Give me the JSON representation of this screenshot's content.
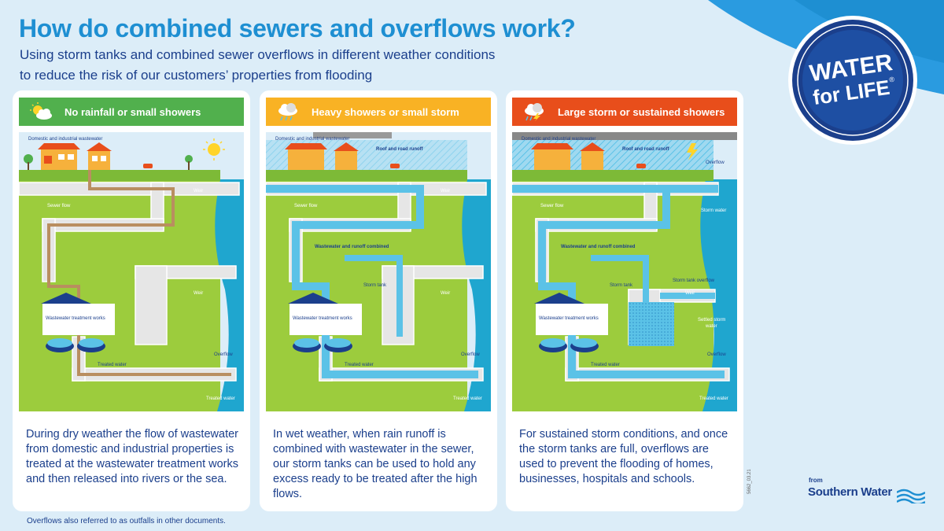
{
  "header": {
    "title": "How do combined sewers and overflows work?",
    "subtitle_line1": "Using storm tanks and combined sewer overflows in different weather conditions",
    "subtitle_line2": "to reduce the risk of our customers’ properties from flooding"
  },
  "logo": {
    "line1": "WATER",
    "line2": "for LIFE",
    "mark": "®"
  },
  "colors": {
    "title_blue": "#1e8fd2",
    "navy": "#1b3f8c",
    "green": "#51b04d",
    "yellow": "#f9b224",
    "orange": "#e84e1b",
    "water": "#5bc2e7"
  },
  "panels": [
    {
      "heading": "No rainfall or small showers",
      "icon": "sun-cloud-icon",
      "labels": {
        "domestic": "Domestic and industrial wastewater",
        "weir1": "Weir",
        "sewer_flow": "Sewer flow",
        "weir2": "Weir",
        "wtw": "Wastewater treatment works",
        "overflow": "Overflow",
        "treated": "Treated water",
        "treated_out": "Treated water"
      },
      "text": "During dry weather the flow of wastewater from domestic and industrial properties is treated at the wastewater treatment works and then released into rivers or the sea."
    },
    {
      "heading": "Heavy showers or small storm",
      "icon": "rain-cloud-icon",
      "labels": {
        "domestic": "Domestic and industrial wastewater",
        "roof": "Roof and road runoff",
        "weir1": "Weir",
        "sewer_flow": "Sewer flow",
        "combined": "Wastewater and runoff combined",
        "storm_tank": "Storm tank",
        "weir2": "Weir",
        "wtw": "Wastewater treatment works",
        "overflow": "Overflow",
        "treated": "Treated water",
        "treated_out": "Treated water"
      },
      "text": "In wet weather, when rain runoff is combined with wastewater in the sewer, our storm tanks can be used to hold any excess ready to be treated after the high flows."
    },
    {
      "heading": "Large storm or sustained showers",
      "icon": "storm-cloud-icon",
      "labels": {
        "domestic": "Domestic and industrial wastewater",
        "roof": "Roof and road runoff",
        "overflow_top": "Overflow",
        "storm_water": "Storm water",
        "sewer_flow": "Sewer flow",
        "combined": "Wastewater and runoff combined",
        "storm_tank_overflow": "Storm tank overflow",
        "storm_tank": "Storm tank",
        "weir2": "Weir",
        "settled_1": "Settled storm",
        "settled_2": "water",
        "wtw": "Wastewater treatment works",
        "overflow": "Overflow",
        "treated": "Treated water",
        "treated_out": "Treated water"
      },
      "text": "For sustained storm conditions, and once the storm tanks are full, overflows are used to prevent the flooding of homes, businesses, hospitals and schools."
    }
  ],
  "footer": {
    "footnote": "Overflows also referred to as outfalls in other documents.",
    "code": "5662_03.21",
    "from": "from",
    "brand": "Southern Water"
  }
}
